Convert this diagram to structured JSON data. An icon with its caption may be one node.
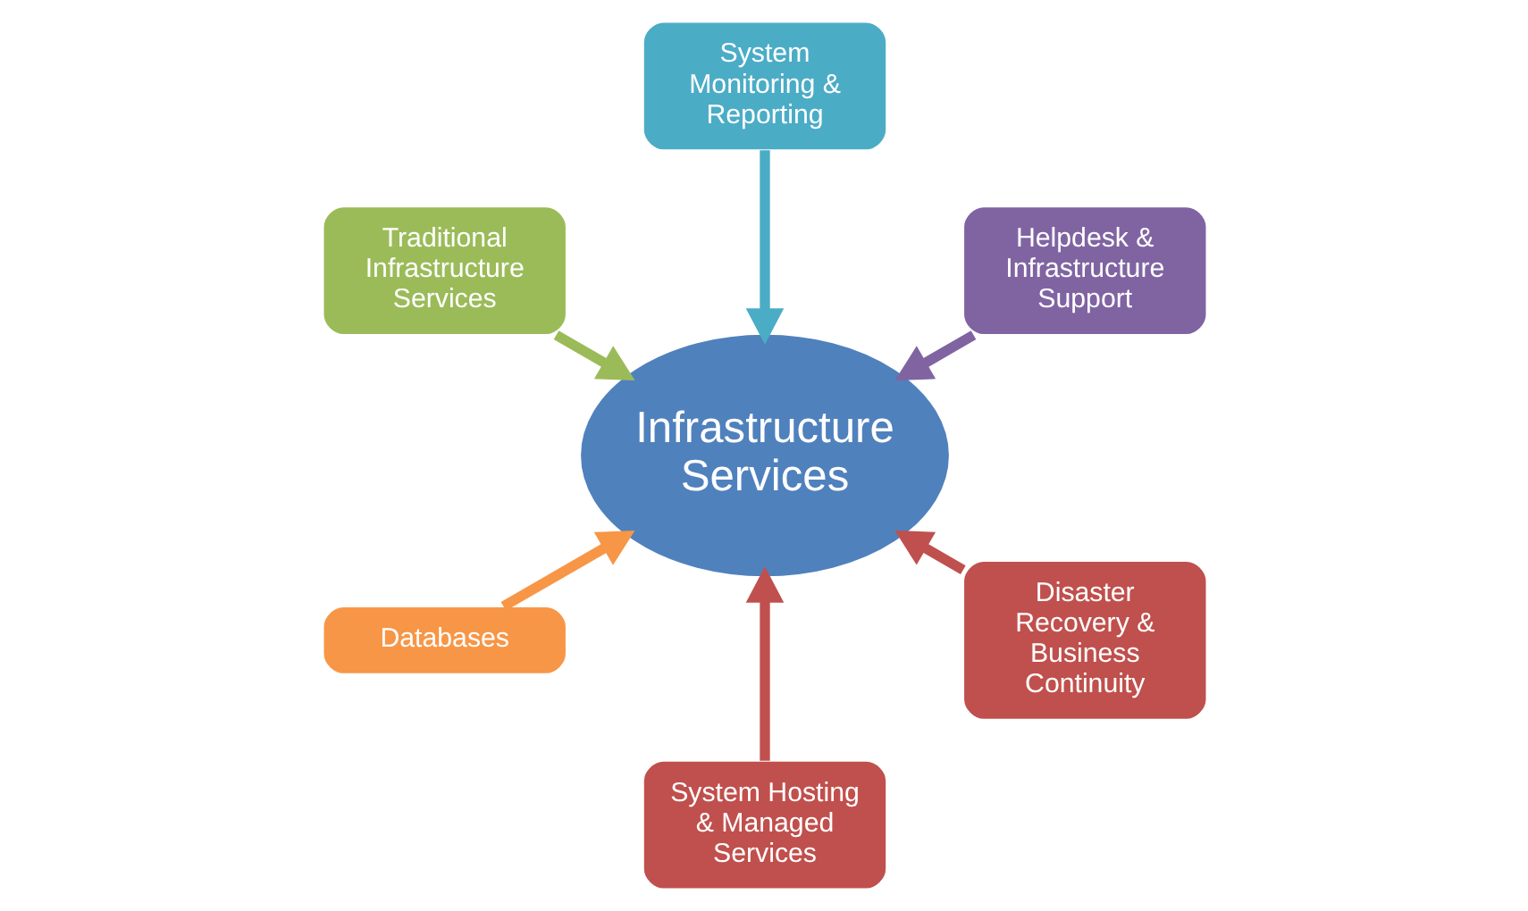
{
  "diagram": {
    "nodes": [
      {
        "text": [
          "Helpdesk & Infrastructure Support"
        ]
      },
      {
        "text": [
          "System Monitoring & Reporting"
        ]
      },
      {
        "text": [
          "Traditional Infrastructure Services"
        ]
      },
      {
        "text": [
          "Databases"
        ]
      },
      {
        "text": [
          "System Hosting & Managed Services"
        ]
      },
      {
        "text": [
          "Infrastructure Services"
        ]
      },
      {
        "text": [
          "Disaster Recovery & Business Continuity"
        ]
      }
    ],
    "edges": [
      {
        "from": 0,
        "to": 5,
        "arrow": "to",
        "color": "#8064a2"
      },
      {
        "from": 1,
        "to": 5,
        "arrow": "to",
        "color": "#4bacc6"
      },
      {
        "from": 2,
        "to": 5,
        "arrow": "to",
        "color": "#9bbb59"
      },
      {
        "from": 3,
        "to": 5,
        "arrow": "to",
        "color": "#f79646"
      },
      {
        "from": 4,
        "to": 5,
        "arrow": "to",
        "color": "#c0504d"
      },
      {
        "from": 6,
        "to": 5,
        "arrow": "to",
        "color": "#c0504d"
      }
    ]
  }
}
